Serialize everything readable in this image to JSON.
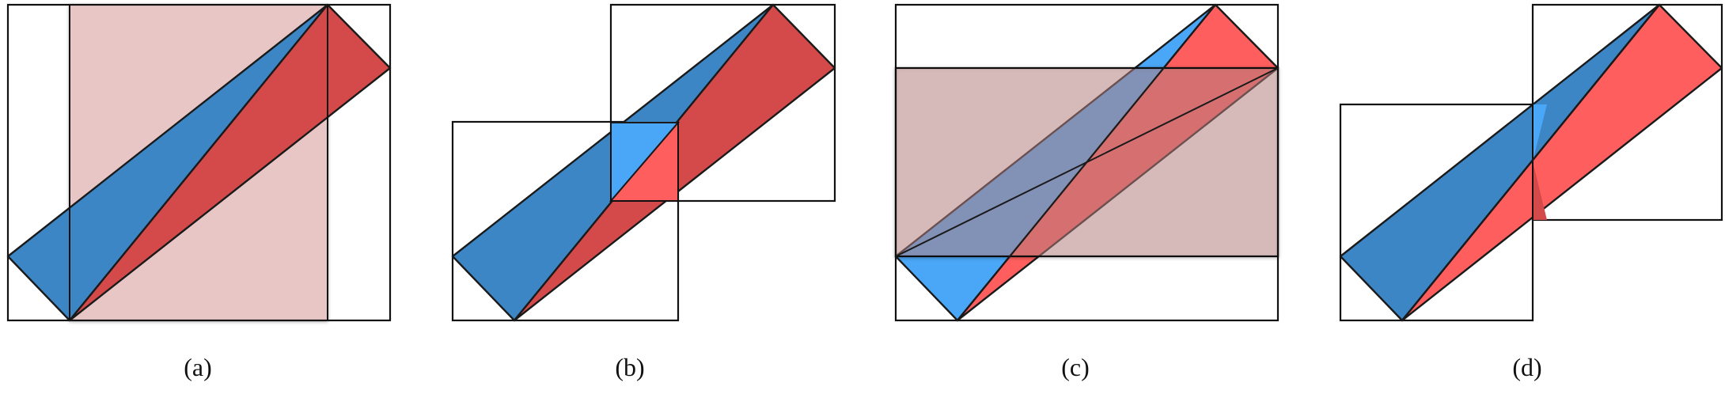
{
  "panels": [
    {
      "label": "(a)"
    },
    {
      "label": "(b)"
    },
    {
      "label": "(c)"
    },
    {
      "label": "(d)"
    }
  ],
  "colors": {
    "blue": "#3d86c6",
    "blue_light": "#4aa6f6",
    "red": "#d44a4a",
    "red_light": "#ff5e5e",
    "box_fill": "#e8c6c6",
    "stroke": "#111111"
  }
}
